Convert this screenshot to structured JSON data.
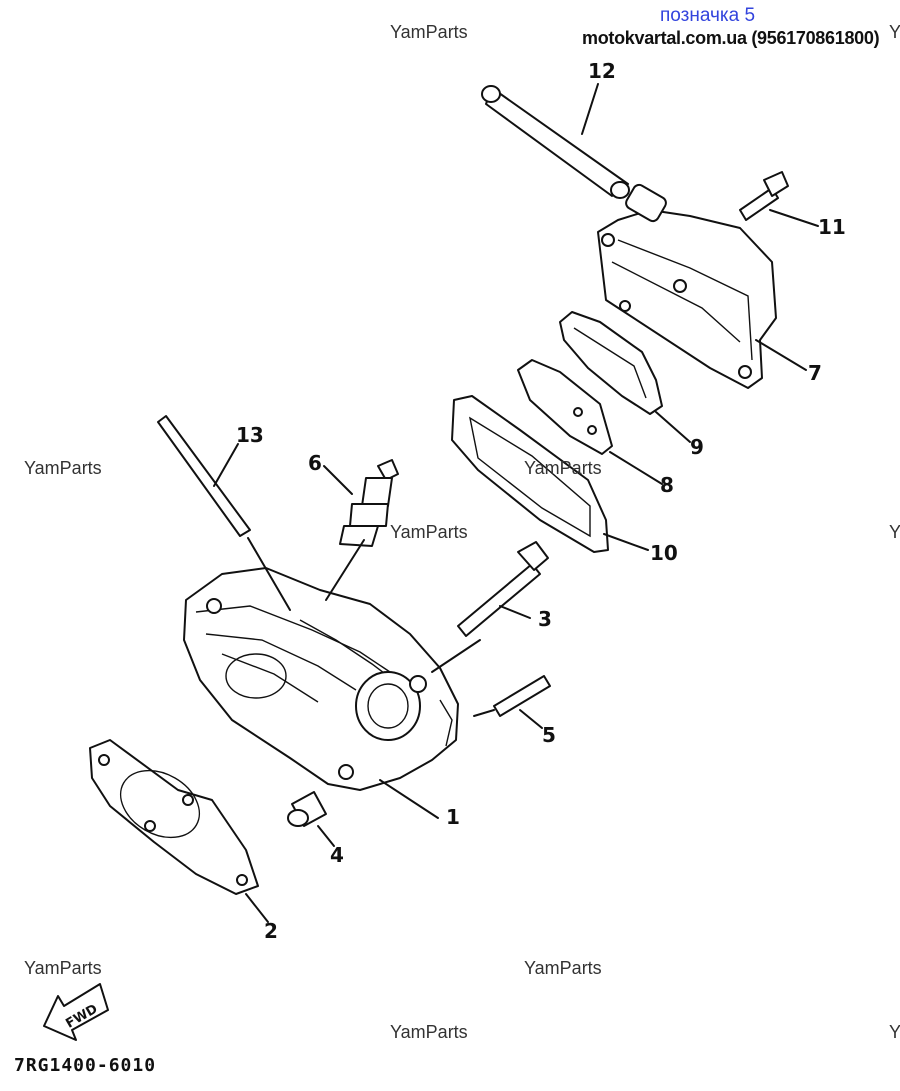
{
  "header": {
    "title": "позначка 5",
    "title_color": "#3344dd",
    "site": "motokvartal.com.ua (956170861800)"
  },
  "watermarks": [
    "YamParts",
    "YamParts",
    "YamParts",
    "YamParts",
    "YamParts",
    "YamParts",
    "YamParts",
    "Y",
    "Y",
    "Y"
  ],
  "parts": [
    {
      "num": "1"
    },
    {
      "num": "2"
    },
    {
      "num": "3"
    },
    {
      "num": "4"
    },
    {
      "num": "5"
    },
    {
      "num": "6"
    },
    {
      "num": "7"
    },
    {
      "num": "8"
    },
    {
      "num": "9"
    },
    {
      "num": "10"
    },
    {
      "num": "11"
    },
    {
      "num": "12"
    },
    {
      "num": "13"
    }
  ],
  "fwd_label": "FWD",
  "diagram_code": "7RG1400-6010"
}
